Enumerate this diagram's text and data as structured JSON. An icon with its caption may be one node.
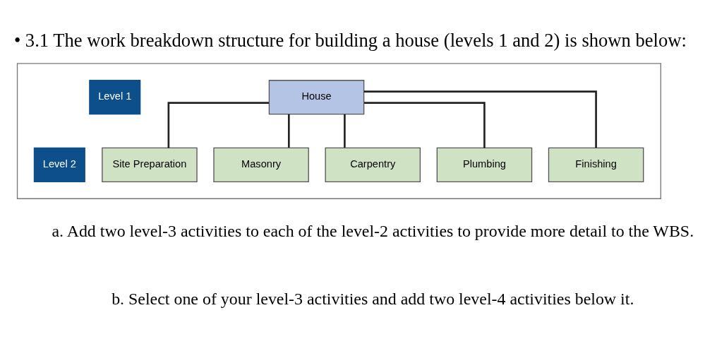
{
  "diagram": {
    "title": "• 3.1 The work breakdown structure for building a house (levels 1 and 2) is shown below:",
    "nodes": [
      {
        "text": [],
        "shape": "box"
      },
      {
        "text": [
          "Level 1"
        ],
        "in": 0
      },
      {
        "text": [
          "House"
        ],
        "in": 0
      },
      {
        "text": [
          "Level 2"
        ],
        "in": 0
      },
      {
        "text": [
          "Site Preparation"
        ],
        "in": 0
      },
      {
        "text": [
          "Masonry"
        ],
        "in": 0
      },
      {
        "text": [
          "Carpentry"
        ],
        "in": 0
      },
      {
        "text": [
          "Plumbing"
        ],
        "in": 0
      },
      {
        "text": [
          "Finishing"
        ],
        "in": 0
      }
    ],
    "edges": [
      {
        "from": 2,
        "to": 4,
        "arrow": "none"
      },
      {
        "from": 2,
        "to": 5,
        "arrow": "none"
      },
      {
        "from": 2,
        "to": 6,
        "arrow": "none"
      },
      {
        "from": 2,
        "to": 7,
        "arrow": "none"
      },
      {
        "from": 2,
        "to": 8,
        "arrow": "none"
      }
    ],
    "labels": [
      "a. Add two level-3 activities to each of the level-2 activities to provide more detail to the WBS.",
      "b. Select one of your level-3 activities and add two level-4 activities below it."
    ]
  }
}
